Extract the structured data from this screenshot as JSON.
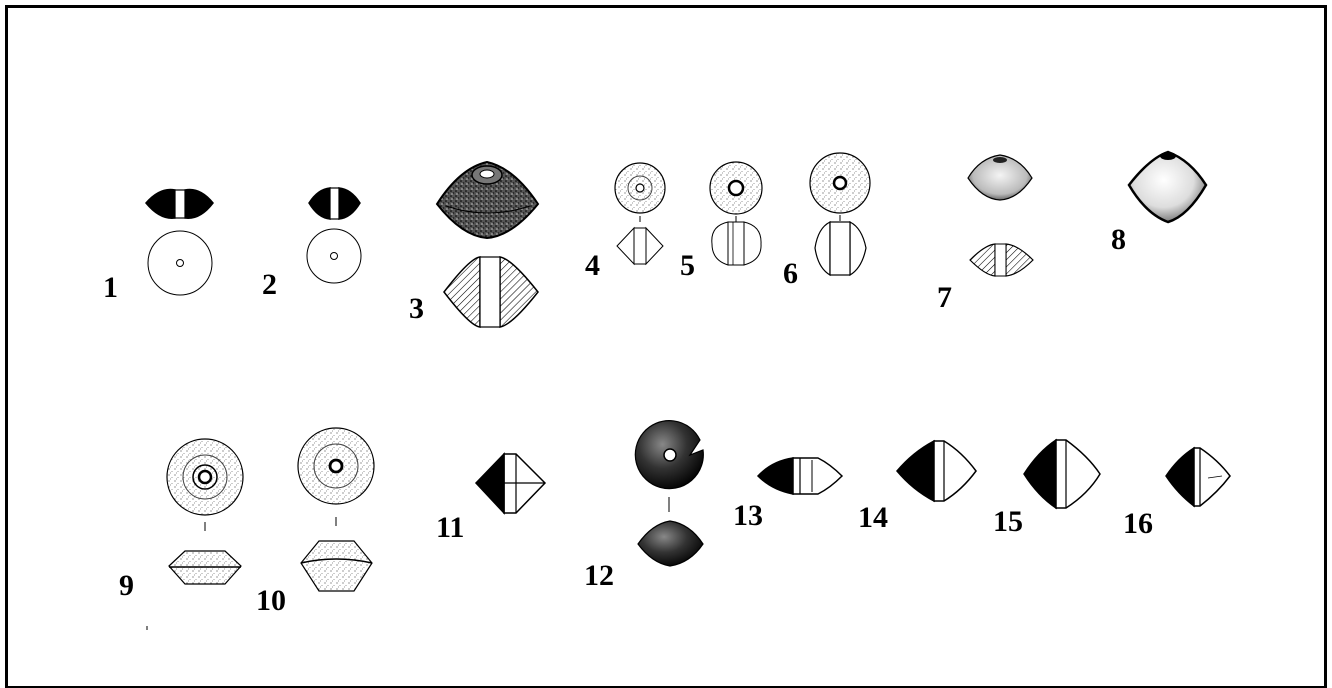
{
  "figure": {
    "labels": [
      "1",
      "2",
      "3",
      "4",
      "5",
      "6",
      "7",
      "8",
      "9",
      "10",
      "11",
      "12",
      "13",
      "14",
      "15",
      "16"
    ]
  },
  "objects": [
    {
      "number": "1",
      "views": [
        "section",
        "plan"
      ]
    },
    {
      "number": "2",
      "views": [
        "section",
        "plan"
      ]
    },
    {
      "number": "3",
      "views": [
        "drawing",
        "section"
      ]
    },
    {
      "number": "4",
      "views": [
        "drawing",
        "section"
      ]
    },
    {
      "number": "5",
      "views": [
        "drawing",
        "section"
      ]
    },
    {
      "number": "6",
      "views": [
        "drawing",
        "section"
      ]
    },
    {
      "number": "7",
      "views": [
        "drawing",
        "section"
      ]
    },
    {
      "number": "8",
      "views": [
        "drawing"
      ]
    },
    {
      "number": "9",
      "views": [
        "drawing",
        "profile"
      ]
    },
    {
      "number": "10",
      "views": [
        "drawing",
        "profile"
      ]
    },
    {
      "number": "11",
      "views": [
        "section"
      ]
    },
    {
      "number": "12",
      "views": [
        "drawing",
        "profile"
      ]
    },
    {
      "number": "13",
      "views": [
        "section"
      ]
    },
    {
      "number": "14",
      "views": [
        "section"
      ]
    },
    {
      "number": "15",
      "views": [
        "section"
      ]
    },
    {
      "number": "16",
      "views": [
        "section"
      ]
    }
  ]
}
